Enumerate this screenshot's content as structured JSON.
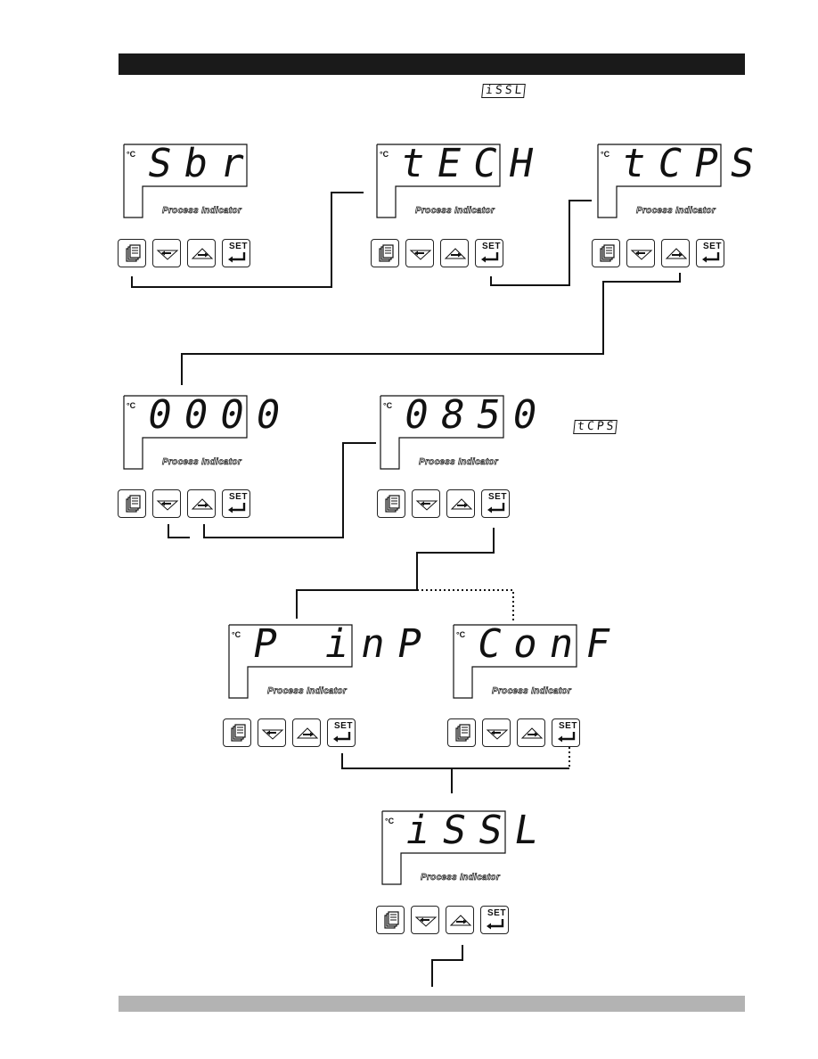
{
  "header": {
    "display_code": "iSSL"
  },
  "side_note": {
    "display_code": "tCPS"
  },
  "displays": [
    {
      "id": "sbr",
      "unit": "°C",
      "value": "Sbr",
      "label": "Process Indicator"
    },
    {
      "id": "tech",
      "unit": "°C",
      "value": "tECH",
      "label": "Process Indicator"
    },
    {
      "id": "tcps",
      "unit": "°C",
      "value": "tCPS",
      "label": "Process Indicator"
    },
    {
      "id": "zero",
      "unit": "°C",
      "value": "0000",
      "label": "Process Indicator"
    },
    {
      "id": "v850",
      "unit": "°C",
      "value": "0850",
      "label": "Process Indicator"
    },
    {
      "id": "pinp",
      "unit": "°C",
      "value": "P inP",
      "label": "Process Indicator"
    },
    {
      "id": "conf",
      "unit": "°C",
      "value": "ConF",
      "label": "Process Indicator"
    },
    {
      "id": "issl",
      "unit": "°C",
      "value": "iSSL",
      "label": "Process Indicator"
    }
  ],
  "keys": {
    "set_label": "SET"
  },
  "icons": [
    "page-stack-icon",
    "down-arrow-icon",
    "up-arrow-icon",
    "set-enter-icon"
  ]
}
